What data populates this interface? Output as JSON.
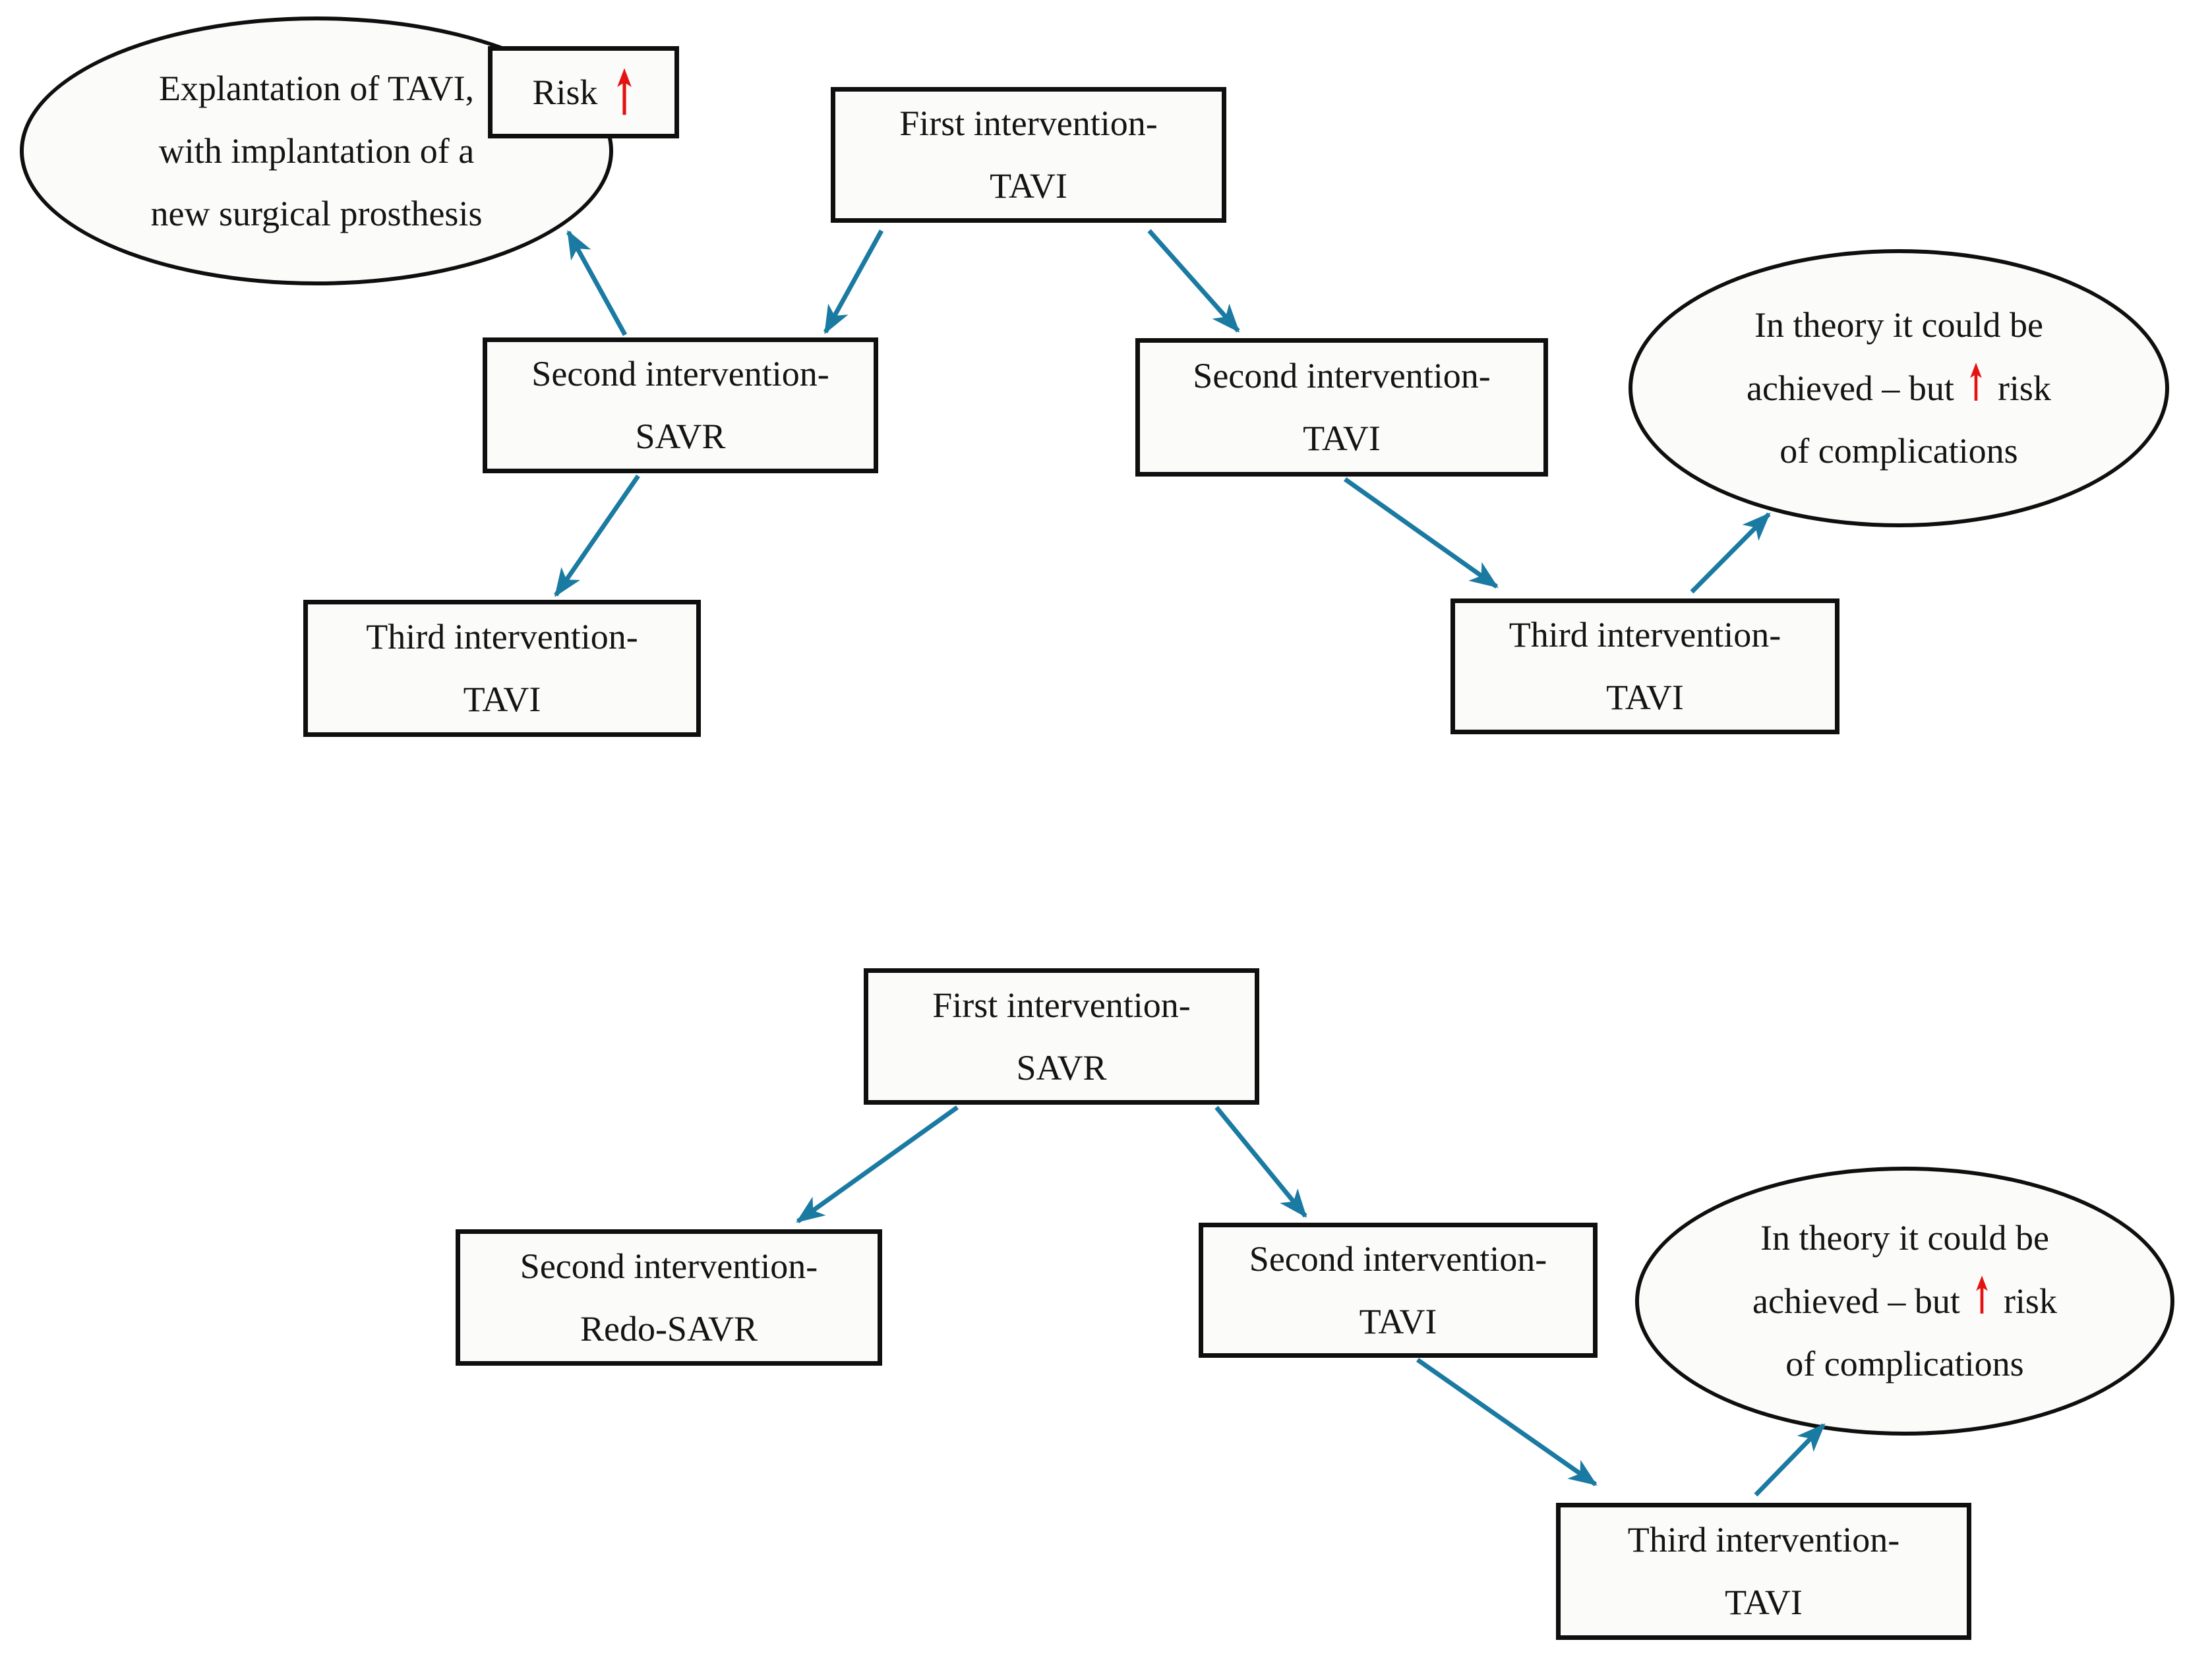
{
  "figure": {
    "description_domain": "flowchart",
    "colors": {
      "arrow_blue": "#1a7aa2",
      "risk_red": "#e51212",
      "node_border": "#0f0f0f",
      "node_fill": "#fbfbf9",
      "background": "#ffffff"
    },
    "icons": {
      "risk_up_arrow": "↑"
    }
  },
  "top_diagram": {
    "explant_ellipse": {
      "line1": "Explantation of TAVI,",
      "line2": "with implantation of a",
      "line3": "new surgical prosthesis"
    },
    "risk_box": {
      "label": "Risk"
    },
    "first_tavi": {
      "line1": "First intervention-",
      "line2": "TAVI"
    },
    "second_savr": {
      "line1": "Second intervention-",
      "line2": "SAVR"
    },
    "second_tavi": {
      "line1": "Second intervention-",
      "line2": "TAVI"
    },
    "third_tavi_left": {
      "line1": "Third intervention-",
      "line2": "TAVI"
    },
    "third_tavi_right": {
      "line1": "Third intervention-",
      "line2": "TAVI"
    },
    "theory_ellipse": {
      "line1": "In theory it could be",
      "line2_before": "achieved – but",
      "line2_after": "risk",
      "line3": "of complications"
    }
  },
  "bottom_diagram": {
    "first_savr": {
      "line1": "First intervention-",
      "line2": "SAVR"
    },
    "second_redo_savr": {
      "line1": "Second intervention-",
      "line2": "Redo-SAVR"
    },
    "second_tavi": {
      "line1": "Second intervention-",
      "line2": "TAVI"
    },
    "third_tavi": {
      "line1": "Third intervention-",
      "line2": "TAVI"
    },
    "theory_ellipse": {
      "line1": "In theory it could be",
      "line2_before": "achieved – but",
      "line2_after": "risk",
      "line3": "of complications"
    }
  }
}
